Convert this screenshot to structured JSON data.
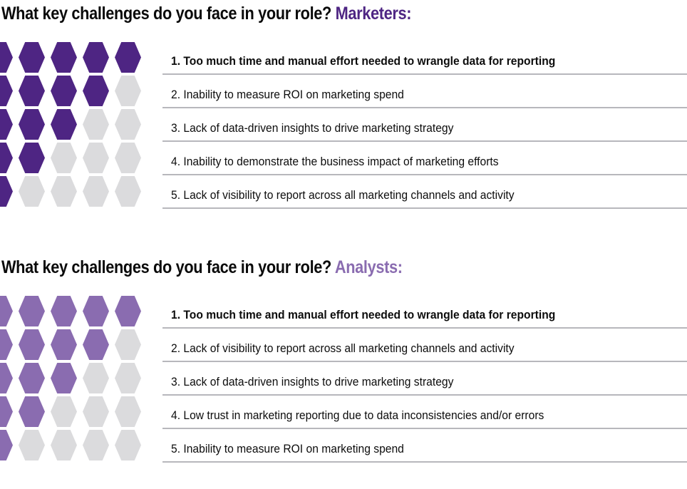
{
  "chart_data": {
    "type": "bar",
    "title": "What key challenges do you face in your role?",
    "xlabel": "",
    "ylabel": "",
    "note": "Ranked top-5 challenges shown as descending hexagon pictogram rows (5,4,3,2,1 filled of 5)",
    "panels": [
      {
        "audience": "Marketers:",
        "accent_color": "#4E2583",
        "categories": [
          "1. Too much time and manual effort needed to wrangle data for reporting",
          "2. Inability to measure ROI on marketing spend",
          "3. Lack of data-driven insights to drive marketing strategy",
          "4. Inability to demonstrate the business impact of marketing efforts",
          "5. Lack of visibility to report across all marketing channels and activity"
        ],
        "values": [
          5,
          4,
          3,
          2,
          1
        ],
        "ylim": [
          0,
          5
        ]
      },
      {
        "audience": "Analysts:",
        "accent_color": "#8A6CB0",
        "categories": [
          "1. Too much time and manual effort needed to wrangle data for reporting",
          "2. Lack of visibility to report across all marketing channels and activity",
          "3. Lack of data-driven insights to drive marketing strategy",
          "4. Low trust in marketing reporting due to data inconsistencies and/or errors",
          "5. Inability to measure ROI on marketing spend"
        ],
        "values": [
          5,
          4,
          3,
          2,
          1
        ],
        "ylim": [
          0,
          5
        ]
      }
    ],
    "legend": [],
    "grid": false
  },
  "sections": [
    {
      "id": "marketers",
      "title_question": "What key challenges do you face in your role?",
      "title_audience": "Marketers:",
      "accent_color": "#4E2583",
      "muted_color": "#DBDBDD",
      "rows": [
        {
          "rank": "1",
          "filled": 5,
          "text": "1. Too much time and manual effort needed to wrangle data for reporting"
        },
        {
          "rank": "2",
          "filled": 4,
          "text": "2. Inability to measure ROI on marketing spend"
        },
        {
          "rank": "3",
          "filled": 3,
          "text": "3. Lack of data-driven insights to drive marketing strategy"
        },
        {
          "rank": "4",
          "filled": 2,
          "text": "4. Inability to demonstrate the business impact of marketing efforts"
        },
        {
          "rank": "5",
          "filled": 1,
          "text": "5. Lack of visibility to report across all marketing channels and activity"
        }
      ]
    },
    {
      "id": "analysts",
      "title_question": "What key challenges do you face in your role?",
      "title_audience": "Analysts:",
      "accent_color": "#8A6CB0",
      "muted_color": "#DBDBDD",
      "rows": [
        {
          "rank": "1",
          "filled": 5,
          "text": "1. Too much time and manual effort needed to wrangle data for reporting"
        },
        {
          "rank": "2",
          "filled": 4,
          "text": "2. Lack of visibility to report across all marketing channels and activity"
        },
        {
          "rank": "3",
          "filled": 3,
          "text": "3. Lack of data-driven insights to drive marketing strategy"
        },
        {
          "rank": "4",
          "filled": 2,
          "text": "4. Low trust in marketing reporting due to data inconsistencies and/or errors"
        },
        {
          "rank": "5",
          "filled": 1,
          "text": "5. Inability to measure ROI on marketing spend"
        }
      ]
    }
  ]
}
